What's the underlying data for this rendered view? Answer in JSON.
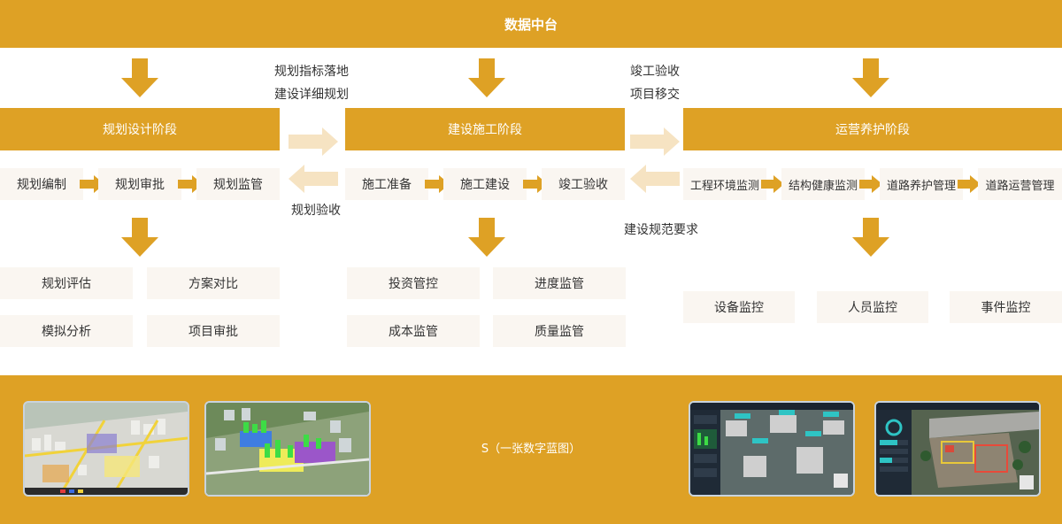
{
  "header": {
    "title": "数据中台"
  },
  "stages": {
    "planning": "规划设计阶段",
    "construction": "建设施工阶段",
    "operation": "运营养护阶段"
  },
  "transitions": {
    "plan_to_build": [
      "规划指标落地",
      "建设详细规划"
    ],
    "build_to_plan": "规划验收",
    "build_to_operate": [
      "竣工验收",
      "项目移交"
    ],
    "operate_to_build": "建设规范要求"
  },
  "planning_steps": [
    "规划编制",
    "规划审批",
    "规划监管"
  ],
  "construction_steps": [
    "施工准备",
    "施工建设",
    "竣工验收"
  ],
  "operation_steps": [
    "工程环境监测",
    "结构健康监测",
    "道路养护管理",
    "道路运营管理"
  ],
  "planning_functions": [
    "规划评估",
    "方案对比",
    "模拟分析",
    "项目审批"
  ],
  "construction_functions": [
    "投资管控",
    "进度监管",
    "成本监管",
    "质量监管"
  ],
  "operation_functions": [
    "设备监控",
    "人员监控",
    "事件监控"
  ],
  "bottom": {
    "label": "S（一张数字蓝图）"
  },
  "colors": {
    "gold": "#dea125",
    "light_arrow": "#f6e3c2",
    "box_bg": "#faf6f1",
    "text": "#333333"
  },
  "screenshots": [
    "city-3d-model-image",
    "urban-plan-3d-image",
    "monitoring-dashboard-image",
    "construction-site-dashboard-image"
  ]
}
